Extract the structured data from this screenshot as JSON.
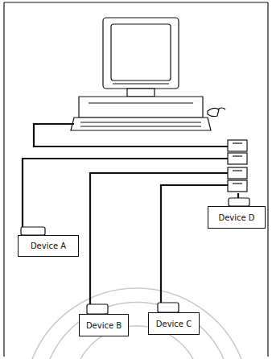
{
  "diagram": {
    "nodes": [
      {
        "text": [
          "Device A"
        ]
      },
      {
        "text": [
          "Device B"
        ]
      },
      {
        "text": [
          "Device C"
        ]
      },
      {
        "text": [
          "Device D"
        ]
      }
    ]
  }
}
